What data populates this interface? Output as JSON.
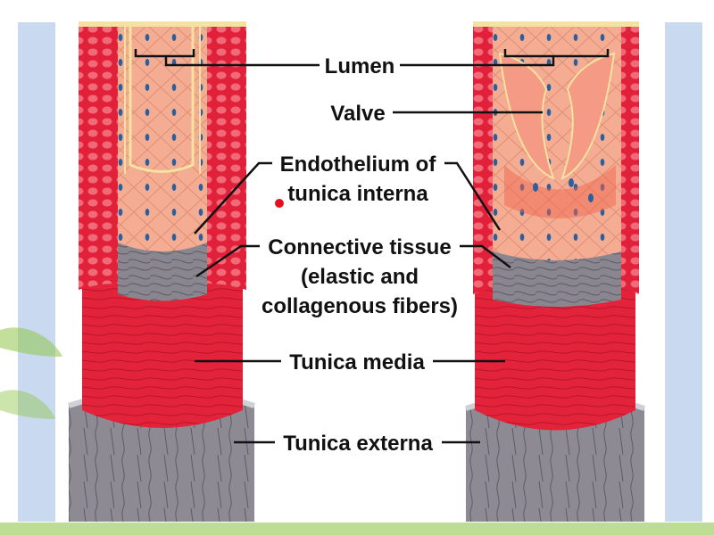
{
  "labels": {
    "lumen": "Lumen",
    "valve": "Valve",
    "endothelium_line1": "Endothelium of",
    "endothelium_line2": "tunica interna",
    "connective_line1": "Connective tissue",
    "connective_line2": "(elastic and",
    "connective_line3": "collagenous fibers)",
    "tunica_media": "Tunica media",
    "tunica_externa": "Tunica externa"
  },
  "colors": {
    "side_strip": "#c9d9ef",
    "externa_gray": "#8a8690",
    "media_red": "#e3233a",
    "adventitia_red": "#e1213a",
    "endothelium_pink": "#f3a98e",
    "nucleus_blue": "#2a5fa0",
    "elastic_yellow": "#f3e2a0",
    "leaf_green": "#8fc64a"
  },
  "icons": [
    "left-vessel-illustration",
    "right-vessel-illustration",
    "vein-valve-illustration"
  ]
}
